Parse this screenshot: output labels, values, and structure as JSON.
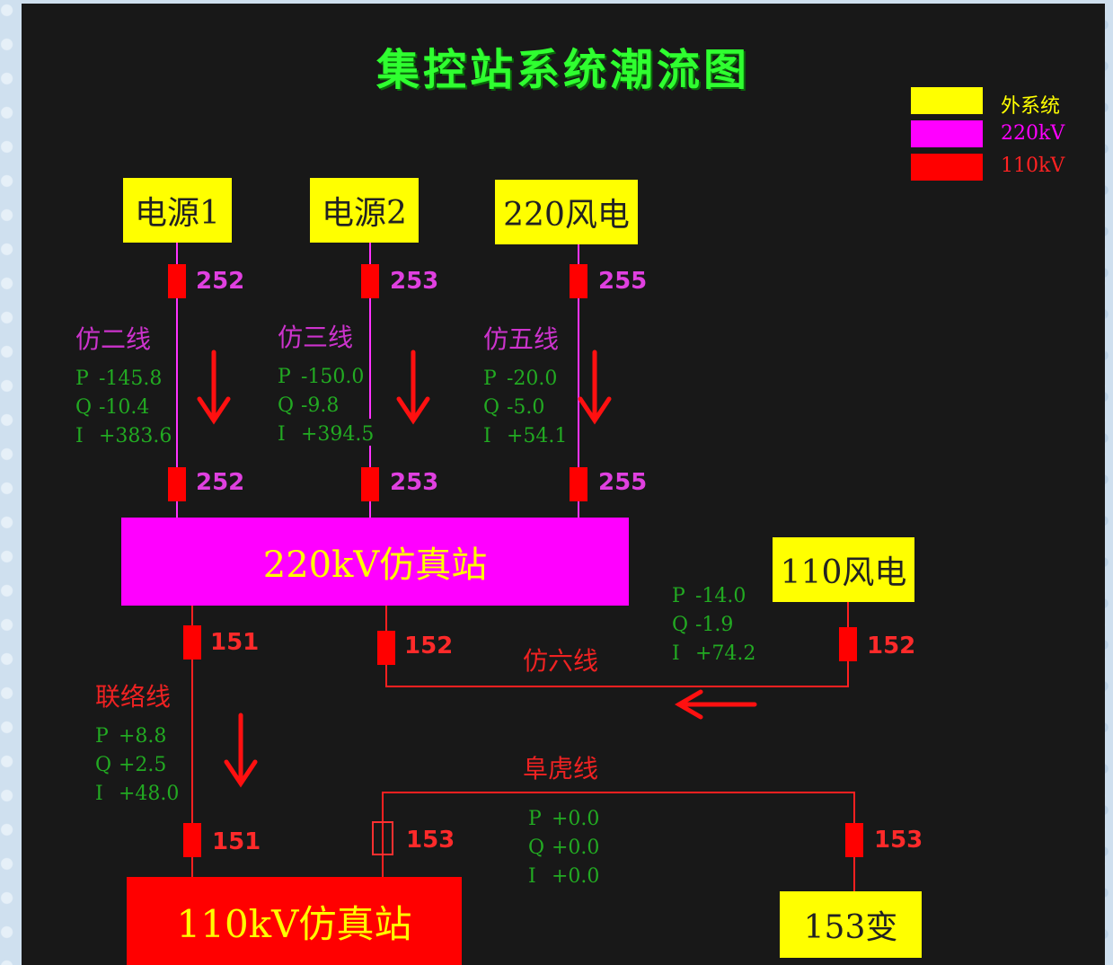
{
  "title": "集控站系统潮流图",
  "legend": [
    {
      "label": "外系统",
      "color": "#ffff00",
      "text_color": "#ffff00"
    },
    {
      "label": "220kV",
      "color": "#ff00ff",
      "text_color": "#ff00ff"
    },
    {
      "label": "110kV",
      "color": "#ff0000",
      "text_color": "#ff2222"
    }
  ],
  "sources": {
    "power1": "电源1",
    "power2": "电源2",
    "wind220": "220风电",
    "wind110": "110风电",
    "sub153": "153变"
  },
  "buses": {
    "bus220": "220kV仿真站",
    "bus110": "110kV仿真站"
  },
  "breakers": {
    "b252_top": "252",
    "b253_top": "253",
    "b255_top": "255",
    "b252_bot": "252",
    "b253_bot": "253",
    "b255_bot": "255",
    "b151_top": "151",
    "b151_bot": "151",
    "b152_left": "152",
    "b152_right": "152",
    "b153_left": "153",
    "b153_right": "153"
  },
  "lines": {
    "fang2": {
      "name": "仿二线",
      "P": "-145.8",
      "Q": "-10.4",
      "I": "+383.6"
    },
    "fang3": {
      "name": "仿三线",
      "P": "-150.0",
      "Q": "-9.8",
      "I": "+394.5"
    },
    "fang5": {
      "name": "仿五线",
      "P": "-20.0",
      "Q": "-5.0",
      "I": "+54.1"
    },
    "fang6": {
      "name": "仿六线",
      "P": "-14.0",
      "Q": "-1.9",
      "I": "+74.2"
    },
    "lianluo": {
      "name": "联络线",
      "P": "+8.8",
      "Q": "+2.5",
      "I": "+48.0"
    },
    "fuhu": {
      "name": "阜虎线",
      "P": "+0.0",
      "Q": "+0.0",
      "I": "+0.0"
    }
  },
  "meas_keys": {
    "p": "P",
    "q": "Q",
    "i": "I"
  },
  "colors": {
    "background": "#181818",
    "title": "#2fff30",
    "external": "#ffff00",
    "kv220": "#ff00ff",
    "kv110": "#ff0000",
    "measurement": "#22aa22",
    "arrow": "#ff1010"
  }
}
